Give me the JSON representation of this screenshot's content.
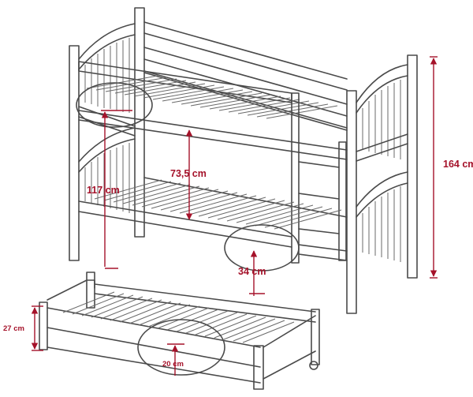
{
  "dimensions": {
    "height_total": "164 cm",
    "height_lower_top": "117 cm",
    "gap_between_beds": "73,5 cm",
    "slat_spacing_lower": "34 cm",
    "trundle_height": "27 cm",
    "trundle_slat_spacing": "20 cm"
  },
  "colors": {
    "line": "#4a4a4a",
    "dimension": "#a5122a"
  }
}
